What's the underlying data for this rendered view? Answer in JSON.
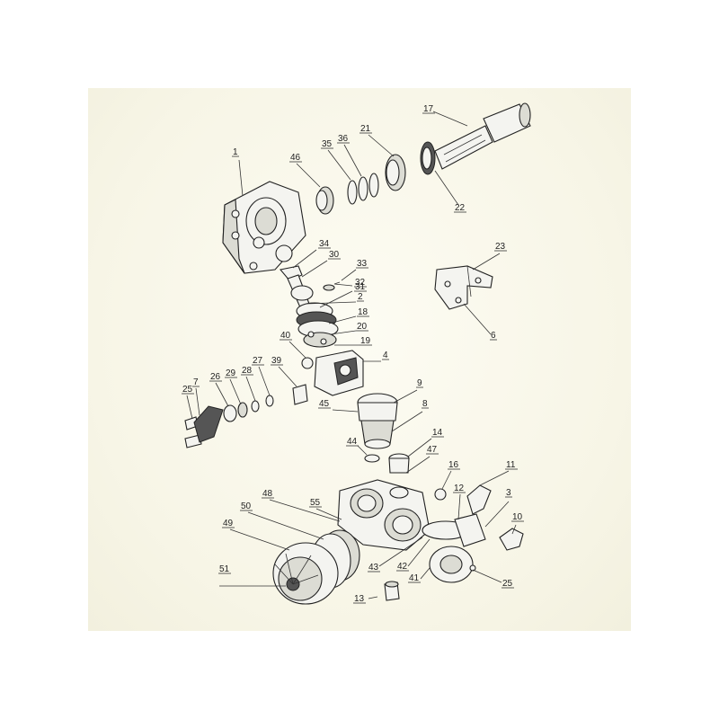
{
  "diagram": {
    "callouts": [
      {
        "id": "c1",
        "label": "1"
      },
      {
        "id": "c2",
        "label": "2"
      },
      {
        "id": "c3",
        "label": "3"
      },
      {
        "id": "c4",
        "label": "4"
      },
      {
        "id": "c6",
        "label": "6"
      },
      {
        "id": "c7",
        "label": "7"
      },
      {
        "id": "c8",
        "label": "8"
      },
      {
        "id": "c9",
        "label": "9"
      },
      {
        "id": "c10",
        "label": "10"
      },
      {
        "id": "c11",
        "label": "11"
      },
      {
        "id": "c12",
        "label": "12"
      },
      {
        "id": "c13",
        "label": "13"
      },
      {
        "id": "c14",
        "label": "14"
      },
      {
        "id": "c16",
        "label": "16"
      },
      {
        "id": "c17",
        "label": "17"
      },
      {
        "id": "c18",
        "label": "18"
      },
      {
        "id": "c19",
        "label": "19"
      },
      {
        "id": "c20",
        "label": "20"
      },
      {
        "id": "c21",
        "label": "21"
      },
      {
        "id": "c22",
        "label": "22"
      },
      {
        "id": "c23",
        "label": "23"
      },
      {
        "id": "c25a",
        "label": "25"
      },
      {
        "id": "c25b",
        "label": "25"
      },
      {
        "id": "c26",
        "label": "26"
      },
      {
        "id": "c27",
        "label": "27"
      },
      {
        "id": "c28",
        "label": "28"
      },
      {
        "id": "c29",
        "label": "29"
      },
      {
        "id": "c30",
        "label": "30"
      },
      {
        "id": "c31",
        "label": "31"
      },
      {
        "id": "c32",
        "label": "32"
      },
      {
        "id": "c33",
        "label": "33"
      },
      {
        "id": "c34",
        "label": "34"
      },
      {
        "id": "c35",
        "label": "35"
      },
      {
        "id": "c36",
        "label": "36"
      },
      {
        "id": "c39",
        "label": "39"
      },
      {
        "id": "c40",
        "label": "40"
      },
      {
        "id": "c41",
        "label": "41"
      },
      {
        "id": "c42",
        "label": "42"
      },
      {
        "id": "c43",
        "label": "43"
      },
      {
        "id": "c44",
        "label": "44"
      },
      {
        "id": "c45",
        "label": "45"
      },
      {
        "id": "c46",
        "label": "46"
      },
      {
        "id": "c47",
        "label": "47"
      },
      {
        "id": "c48",
        "label": "48"
      },
      {
        "id": "c49",
        "label": "49"
      },
      {
        "id": "c50",
        "label": "50"
      },
      {
        "id": "c51",
        "label": "51"
      },
      {
        "id": "c55",
        "label": "55"
      }
    ]
  }
}
